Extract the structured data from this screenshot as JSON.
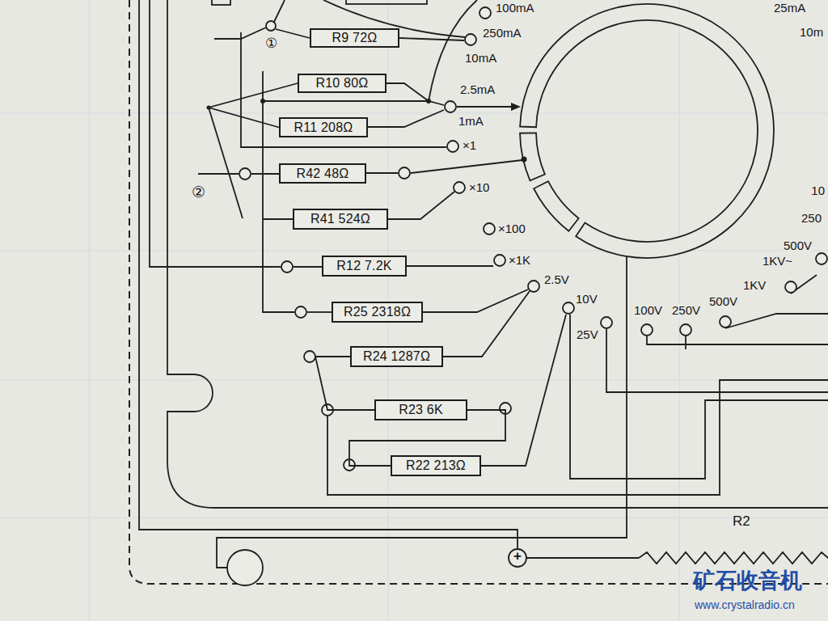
{
  "diagram": {
    "nodes": [
      {
        "text": [
          "R9 72Ω"
        ]
      },
      {
        "text": [
          "R10 80Ω"
        ]
      },
      {
        "text": [
          "R11 208Ω"
        ]
      },
      {
        "text": [
          "R42 48Ω"
        ]
      },
      {
        "text": [
          "R41 524Ω"
        ]
      },
      {
        "text": [
          "R12 7.2K"
        ]
      },
      {
        "text": [
          "R25 2318Ω"
        ]
      },
      {
        "text": [
          "R24 1287Ω"
        ]
      },
      {
        "text": [
          "R23 6K"
        ]
      },
      {
        "text": [
          "R22 213Ω"
        ]
      }
    ],
    "edges": [
      {
        "from": 1,
        "to": 2,
        "arrow": "none"
      },
      {
        "from": 7,
        "to": 8,
        "arrow": "none"
      },
      {
        "from": 8,
        "to": 9,
        "arrow": "none"
      }
    ],
    "labels": [
      "100mA",
      "250mA",
      "10mA",
      "2.5mA",
      "1mA",
      "×1",
      "×10",
      "×100",
      "×1K",
      "2.5V",
      "10V",
      "25V",
      "100V",
      "250V",
      "500V",
      "1KV",
      "1KV~",
      "500V",
      "250",
      "10",
      "25mA",
      "10m",
      "R2",
      "①",
      "②",
      "矿石收音机",
      "www.crystalradio.cn",
      "+"
    ]
  }
}
